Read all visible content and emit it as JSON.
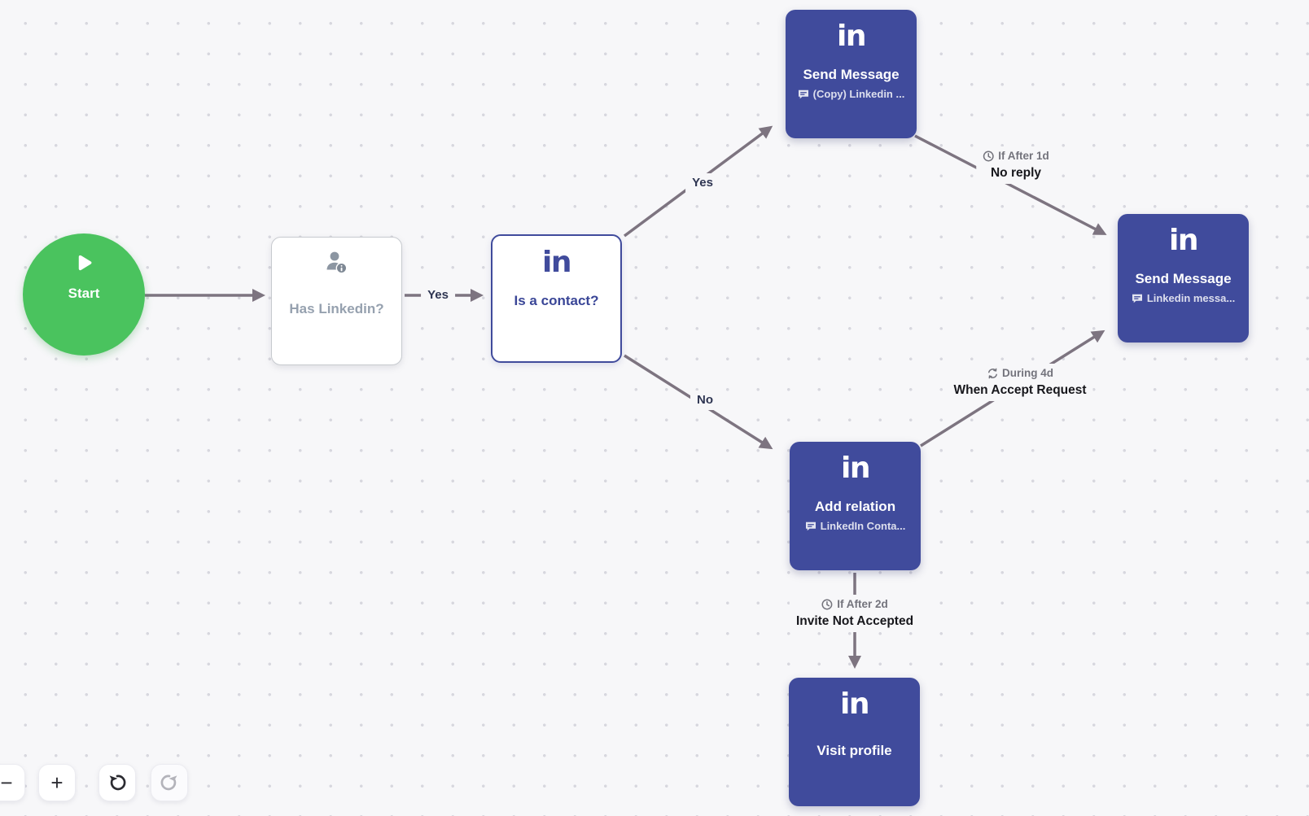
{
  "flow": {
    "nodes": {
      "start": {
        "label": "Start",
        "icon": "play-icon"
      },
      "has_linkedin": {
        "label": "Has Linkedin?",
        "icon": "person-info-icon"
      },
      "is_contact": {
        "icon_text": "in",
        "icon": "linkedin-icon",
        "label": "Is a contact?"
      },
      "send_message_top": {
        "icon_text": "in",
        "icon": "linkedin-icon",
        "label": "Send Message",
        "sublabel": "(Copy) Linkedin ...",
        "sublabel_icon": "message-icon"
      },
      "send_message_right": {
        "icon_text": "in",
        "icon": "linkedin-icon",
        "label": "Send Message",
        "sublabel": "Linkedin messa...",
        "sublabel_icon": "message-icon"
      },
      "add_relation": {
        "icon_text": "in",
        "icon": "linkedin-icon",
        "label": "Add relation",
        "sublabel": "LinkedIn Conta...",
        "sublabel_icon": "message-icon"
      },
      "visit_profile": {
        "icon_text": "in",
        "icon": "linkedin-icon",
        "label": "Visit profile"
      }
    },
    "edges": {
      "has_linkedin_yes": {
        "label": "Yes"
      },
      "contact_yes": {
        "label": "Yes"
      },
      "contact_no": {
        "label": "No"
      },
      "no_reply": {
        "condition": "If After 1d",
        "condition_icon": "clock-icon",
        "event": "No reply"
      },
      "accept_request": {
        "condition": "During 4d",
        "condition_icon": "refresh-icon",
        "event": "When Accept Request"
      },
      "invite_not_accepted": {
        "condition": "If After 2d",
        "condition_icon": "clock-icon",
        "event": "Invite Not Accepted"
      }
    }
  },
  "toolbar": {
    "zoom_out_label": "−",
    "zoom_in_label": "+",
    "undo_icon": "undo-icon",
    "redo_icon": "redo-icon"
  },
  "colors": {
    "canvas_bg": "#f7f7f9",
    "dot_grid": "#d7d7de",
    "node_indigo": "#404b9c",
    "start_green": "#4ac35e",
    "edge_line": "#7d7480",
    "condition_text": "#73737c",
    "event_text": "#17171c",
    "branch_text": "#2e3552",
    "muted_node_text": "#96a1af"
  }
}
